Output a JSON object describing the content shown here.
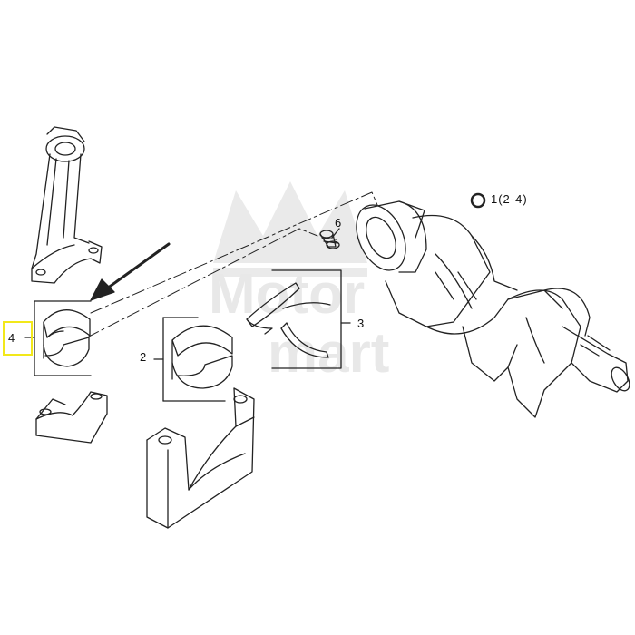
{
  "callouts": {
    "kit_label": "1(2-4)",
    "main_bearings": "2",
    "thrust_washers": "3",
    "conrod_bearings": "4",
    "pilot_bearing": "6"
  },
  "watermark": {
    "line1": "Motor",
    "line2": "mart"
  },
  "colors": {
    "line": "#222222",
    "highlight": "#f2e81a",
    "watermark": "#e6e6e6"
  }
}
